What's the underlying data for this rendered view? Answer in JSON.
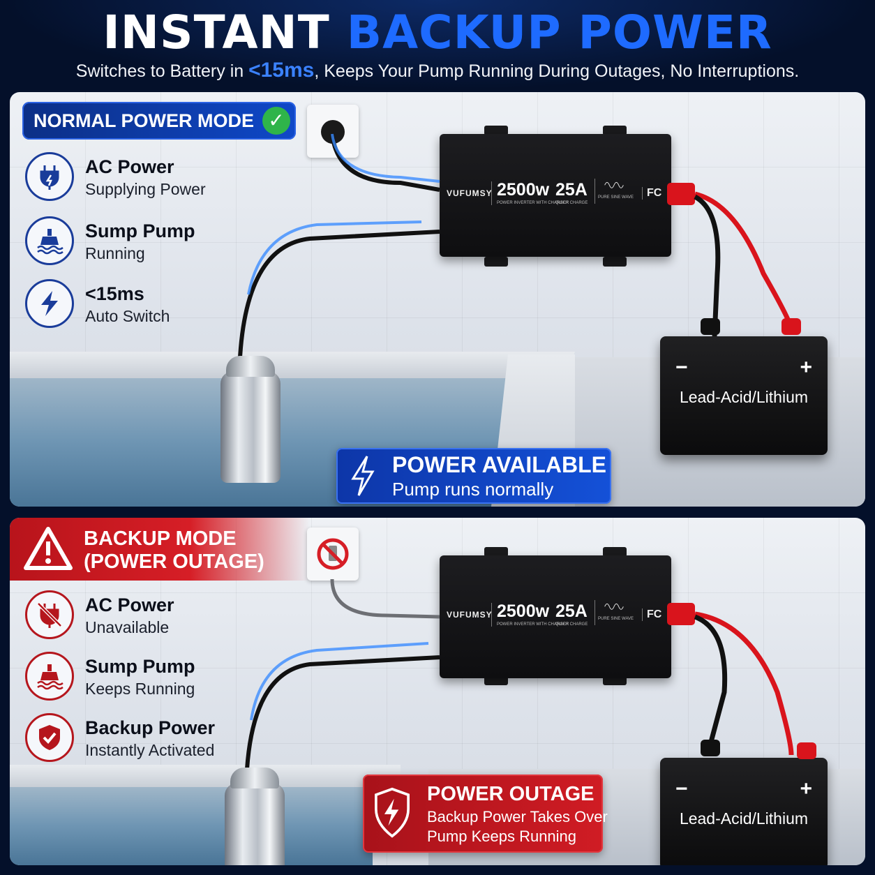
{
  "header": {
    "title_white": "INSTANT",
    "title_blue": "BACKUP POWER",
    "subtitle_pre": "Switches to Battery in ",
    "subtitle_highlight": "<15ms",
    "subtitle_post": ", Keeps Your Pump Running During Outages, No Interruptions."
  },
  "normal": {
    "badge": "NORMAL POWER MODE",
    "features": [
      {
        "title": "AC Power",
        "desc": "Supplying Power",
        "icon": "plug-icon"
      },
      {
        "title": "Sump Pump",
        "desc": "Running",
        "icon": "pump-icon"
      },
      {
        "title": "<15ms",
        "desc": "Auto Switch",
        "icon": "lightning-icon"
      }
    ],
    "status_title": "POWER AVAILABLE",
    "status_desc": "Pump runs normally"
  },
  "backup": {
    "badge_line1": "BACKUP MODE",
    "badge_line2": "(POWER OUTAGE)",
    "features": [
      {
        "title": "AC Power",
        "desc": "Unavailable",
        "icon": "no-plug-icon"
      },
      {
        "title": "Sump Pump",
        "desc": "Keeps Running",
        "icon": "pump-icon"
      },
      {
        "title": "Backup Power",
        "desc": "Instantly Activated",
        "icon": "shield-check-icon"
      }
    ],
    "status_title": "POWER OUTAGE",
    "status_line1": "Backup Power Takes Over",
    "status_line2": "Pump Keeps Running"
  },
  "inverter": {
    "brand": "VUFUMSY",
    "watt": "2500w",
    "watt_sub": "POWER INVERTER WITH CHARGER",
    "amp": "25A",
    "amp_sub": "QUICK CHARGE",
    "wave_label": "PURE SINE WAVE",
    "cert": "FC"
  },
  "battery": {
    "minus": "−",
    "plus": "+",
    "label": "Lead-Acid/Lithium"
  },
  "colors": {
    "accent_blue": "#1e6bff",
    "alert_red": "#d61e26",
    "ok_green": "#2fb44a"
  }
}
